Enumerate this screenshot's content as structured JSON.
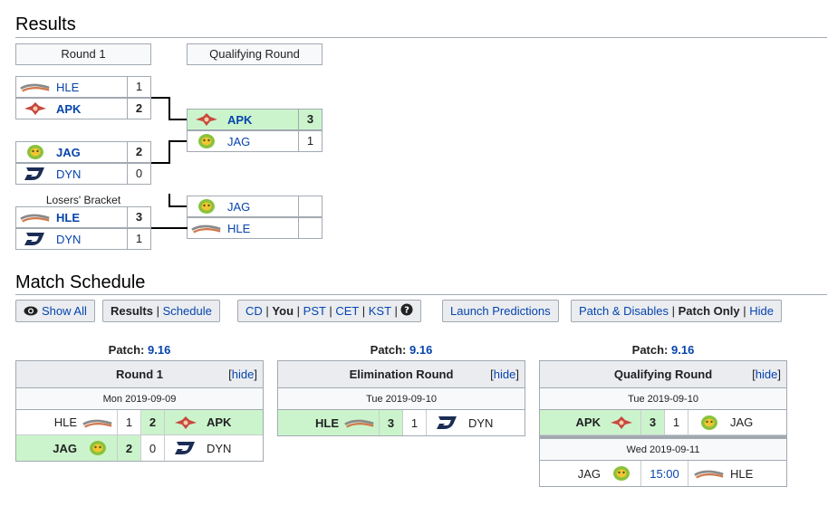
{
  "results_heading": "Results",
  "schedule_heading": "Match Schedule",
  "bracket": {
    "round1_label": "Round 1",
    "qualifying_label": "Qualifying Round",
    "losers_label": "Losers' Bracket",
    "r1m1": [
      {
        "team": "HLE",
        "score": "1",
        "logo": "hle-logo",
        "winner": false
      },
      {
        "team": "APK",
        "score": "2",
        "logo": "apk-logo",
        "winner": true
      }
    ],
    "r1m2": [
      {
        "team": "JAG",
        "score": "2",
        "logo": "jag-logo",
        "winner": true
      },
      {
        "team": "DYN",
        "score": "0",
        "logo": "dyn-logo",
        "winner": false
      }
    ],
    "losers": [
      {
        "team": "HLE",
        "score": "3",
        "logo": "hle-logo",
        "winner": true
      },
      {
        "team": "DYN",
        "score": "1",
        "logo": "dyn-logo",
        "winner": false
      }
    ],
    "qual1": [
      {
        "team": "APK",
        "score": "3",
        "logo": "apk-logo",
        "winner": true
      },
      {
        "team": "JAG",
        "score": "1",
        "logo": "jag-logo",
        "winner": false
      }
    ],
    "qual2": [
      {
        "team": "JAG",
        "score": "",
        "logo": "jag-logo",
        "winner": false
      },
      {
        "team": "HLE",
        "score": "",
        "logo": "hle-logo",
        "winner": false
      }
    ]
  },
  "toolbar": {
    "show_all": "Show All",
    "results": "Results",
    "schedule": "Schedule",
    "tz": {
      "cd": "CD",
      "you": "You",
      "pst": "PST",
      "cet": "CET",
      "kst": "KST"
    },
    "launch": "Launch Predictions",
    "patch_disables": "Patch & Disables",
    "patch_only": "Patch Only",
    "hide": "Hide",
    "sep": "|"
  },
  "schedule": {
    "patch_label": "Patch:",
    "hide_link": "hide",
    "tables": [
      {
        "patch": "9.16",
        "title": "Round 1",
        "dates": [
          {
            "date": "Mon 2019-09-09",
            "matches": [
              {
                "t1": "HLE",
                "t1_logo": "hle-logo",
                "s1": "1",
                "s2": "2",
                "t2": "APK",
                "t2_logo": "apk-logo",
                "winner": 2
              },
              {
                "t1": "JAG",
                "t1_logo": "jag-logo",
                "s1": "2",
                "s2": "0",
                "t2": "DYN",
                "t2_logo": "dyn-logo",
                "winner": 1
              }
            ]
          }
        ]
      },
      {
        "patch": "9.16",
        "title": "Elimination Round",
        "dates": [
          {
            "date": "Tue 2019-09-10",
            "matches": [
              {
                "t1": "HLE",
                "t1_logo": "hle-logo",
                "s1": "3",
                "s2": "1",
                "t2": "DYN",
                "t2_logo": "dyn-logo",
                "winner": 1
              }
            ]
          }
        ]
      },
      {
        "patch": "9.16",
        "title": "Qualifying Round",
        "dates": [
          {
            "date": "Tue 2019-09-10",
            "matches": [
              {
                "t1": "APK",
                "t1_logo": "apk-logo",
                "s1": "3",
                "s2": "1",
                "t2": "JAG",
                "t2_logo": "jag-logo",
                "winner": 1
              }
            ]
          },
          {
            "date": "Wed 2019-09-11",
            "matches": [
              {
                "t1": "JAG",
                "t1_logo": "jag-logo",
                "time": "15:00",
                "t2": "HLE",
                "t2_logo": "hle-logo",
                "winner": 0
              }
            ]
          }
        ]
      }
    ]
  },
  "colors": {
    "link": "#0645ad",
    "win_bg": "#ccf4cc",
    "header_bg": "#eaecf0",
    "border": "#a2a9b1"
  }
}
